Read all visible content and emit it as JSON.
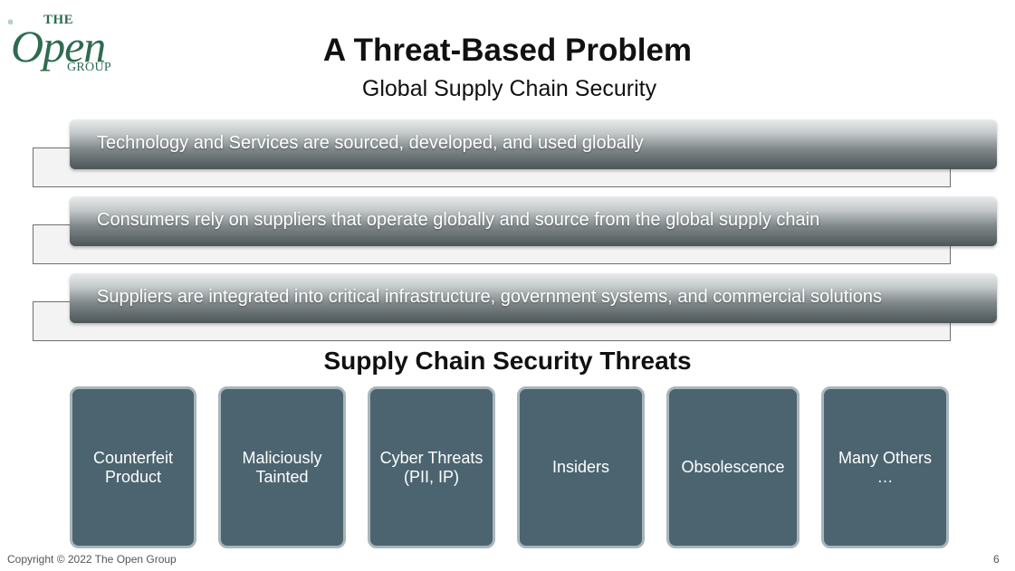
{
  "logo": {
    "mark": "®",
    "the": "THE",
    "open": "Open",
    "group": "GROUP"
  },
  "slide": {
    "title": "A Threat-Based Problem",
    "subtitle": "Global Supply Chain Security",
    "statements": [
      "Technology and Services are sourced, developed, and used globally",
      "Consumers rely on suppliers that operate globally and source from the global supply chain",
      "Suppliers are integrated into critical infrastructure, government systems, and commercial solutions"
    ],
    "threats_heading": "Supply Chain Security Threats",
    "threats": [
      "Counterfeit\nProduct",
      "Maliciously\nTainted",
      "Cyber Threats\n(PII, IP)",
      "Insiders",
      "Obsolescence",
      "Many Others\n…"
    ]
  },
  "footer": {
    "copyright": "Copyright © 2022 The Open Group",
    "page_number": "6"
  },
  "colors": {
    "logo_green": "#2e6b4f",
    "threat_box": "#4b6470",
    "threat_border": "#a8b6bb"
  }
}
